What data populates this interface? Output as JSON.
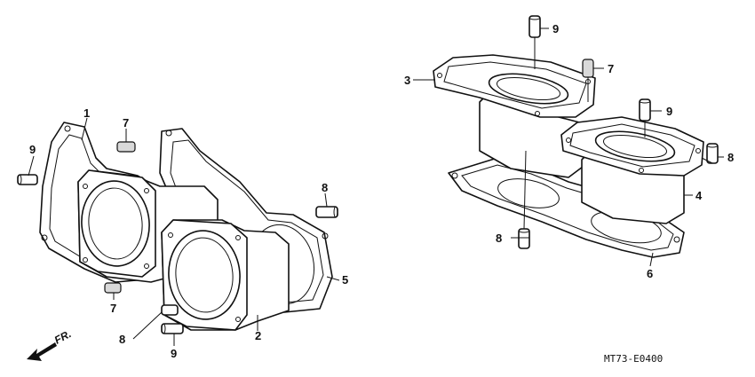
{
  "callouts": {
    "c1": "1",
    "c2": "2",
    "c3": "3",
    "c4": "4",
    "c5": "5",
    "c6": "6",
    "c7a": "7",
    "c7b": "7",
    "c7c": "7",
    "c8a": "8",
    "c8b": "8",
    "c8c": "8",
    "c8d": "8",
    "c9a": "9",
    "c9b": "9",
    "c9c": "9",
    "c9d": "9"
  },
  "direction_label": "FR.",
  "diagram_code": "MT73-E0400",
  "colors": {
    "line": "#111111",
    "background": "#ffffff",
    "shade": "#d9d9d9"
  }
}
